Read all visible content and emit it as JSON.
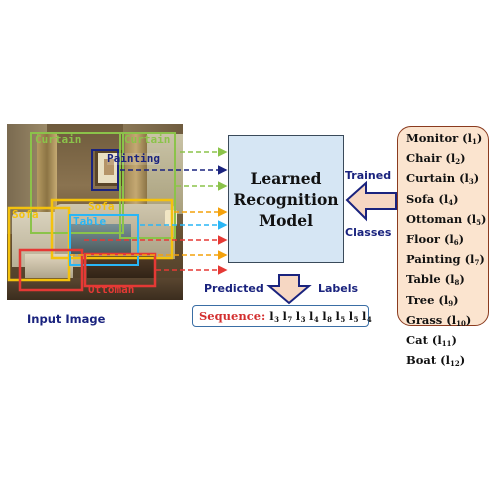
{
  "input_image": {
    "caption": "Input Image",
    "detections": {
      "curtain_left": "Curtain",
      "curtain_right": "Curtain",
      "painting": "Painting",
      "sofa_left": "Sofa",
      "sofa_right": "Sofa",
      "table": "Table",
      "ottoman": "Ottoman"
    }
  },
  "model": {
    "label": "Learned\nRecognition\nModel"
  },
  "trained_arrow": {
    "top": "Trained",
    "bottom": "Classes"
  },
  "predicted_arrow": {
    "left": "Predicted",
    "right": "Labels"
  },
  "classes": [
    {
      "name": "Monitor",
      "id": "1"
    },
    {
      "name": "Chair",
      "id": "2"
    },
    {
      "name": "Curtain",
      "id": "3"
    },
    {
      "name": "Sofa",
      "id": "4"
    },
    {
      "name": "Ottoman",
      "id": "5"
    },
    {
      "name": "Floor",
      "id": "6"
    },
    {
      "name": "Painting",
      "id": "7"
    },
    {
      "name": "Table",
      "id": "8"
    },
    {
      "name": "Tree",
      "id": "9"
    },
    {
      "name": "Grass",
      "id": "10"
    },
    {
      "name": "Cat",
      "id": "11"
    },
    {
      "name": "Boat",
      "id": "12"
    }
  ],
  "sequence": {
    "label": "Sequence:",
    "ids": [
      "3",
      "7",
      "3",
      "4",
      "8",
      "5",
      "5",
      "4"
    ]
  },
  "colors": {
    "curtain": "#8bc34a",
    "painting": "#1a237e",
    "sofa": "#f4c20d",
    "table": "#29b6f6",
    "ottoman": "#e53935",
    "model_fill": "#d6e6f4",
    "classes_fill": "#fbe4cf",
    "arrow_fill": "#f6d7c3"
  }
}
